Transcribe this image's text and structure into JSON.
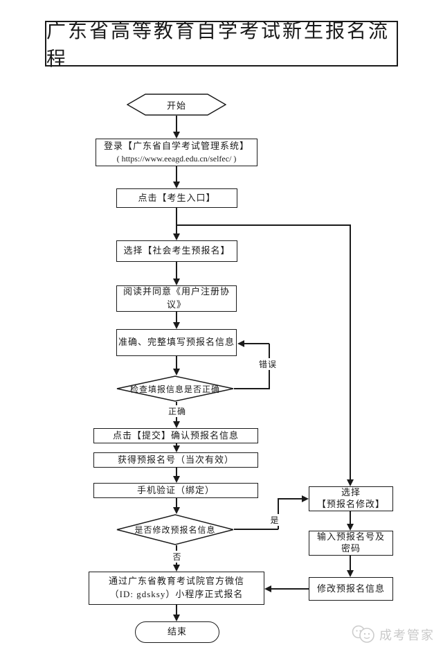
{
  "title": "广东省高等教育自学考试新生报名流程",
  "nodes": {
    "start": "开始",
    "login_line1": "登录【广东省自学考试管理系统】",
    "login_line2": "( https://www.eeagd.edu.cn/selfec/ )",
    "click_entrance": "点击【考生入口】",
    "select_prereg": "选择【社会考生预报名】",
    "agree_protocol": "阅读并同意《用户注册协议》",
    "fill_info": "准确、完整填写预报名信息",
    "check_info": "检查填报信息是否正确",
    "submit_confirm": "点击【提交】确认预报名信息",
    "get_number": "获得预报名号（当次有效）",
    "phone_verify": "手机验证（绑定）",
    "modify_decision": "是否修改预报名信息",
    "official_line1": "通过广东省教育考试院官方微信",
    "official_line2": "（ID: gdsksy）小程序正式报名",
    "end": "结束",
    "select_modify_line1": "选择",
    "select_modify_line2": "【预报名修改】",
    "input_account_line1": "输入预报名号及",
    "input_account_line2": "密码",
    "modify_info": "修改预报名信息"
  },
  "labels": {
    "correct": "正确",
    "error": "错误",
    "yes": "是",
    "no": "否"
  },
  "watermark": {
    "brand": "成考管家",
    "icon": "wechat-smiley-icon"
  },
  "colors": {
    "line": "#1a1a1a",
    "background": "#ffffff",
    "watermark": "#c9c9c9"
  }
}
